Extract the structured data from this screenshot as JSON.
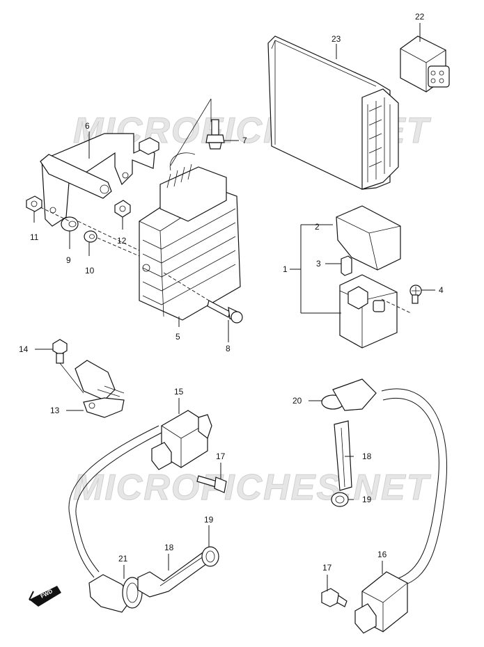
{
  "watermark": "MICROFICHES.NET",
  "direction_label": "FWD",
  "callouts": [
    "1",
    "2",
    "3",
    "4",
    "5",
    "6",
    "7",
    "8",
    "9",
    "10",
    "11",
    "12",
    "13",
    "14",
    "15",
    "16",
    "17",
    "17",
    "18",
    "18",
    "19",
    "19",
    "20",
    "21",
    "22",
    "23"
  ]
}
